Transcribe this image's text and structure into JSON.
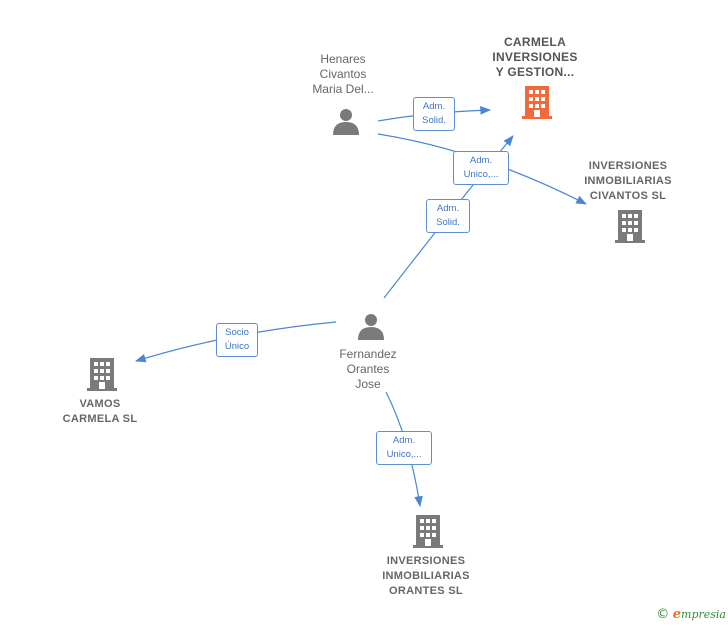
{
  "colors": {
    "edge": "#4a86d4",
    "person_icon": "#7a7a7a",
    "company_icon": "#7a7a7a",
    "company_highlight_icon": "#f26a3c",
    "label_text": "#666666"
  },
  "nodes": {
    "henares": {
      "type": "person",
      "icon": "person-icon",
      "label": "Henares\nCivantos\nMaria Del..."
    },
    "fernandez": {
      "type": "person",
      "icon": "person-icon",
      "label": "Fernandez\nOrantes\nJose"
    },
    "carmela_inversiones": {
      "type": "company",
      "icon": "building-icon",
      "highlight": true,
      "label": "CARMELA\nINVERSIONES\nY GESTION..."
    },
    "inversiones_civantos": {
      "type": "company",
      "icon": "building-icon",
      "label": "INVERSIONES\nINMOBILIARIAS\nCIVANTOS  SL"
    },
    "vamos_carmela": {
      "type": "company",
      "icon": "building-icon",
      "label": "VAMOS\nCARMELA SL"
    },
    "inversiones_orantes": {
      "type": "company",
      "icon": "building-icon",
      "label": "INVERSIONES\nINMOBILIARIAS\nORANTES  SL"
    }
  },
  "edges": [
    {
      "from": "henares",
      "to": "carmela_inversiones",
      "label": "Adm.\nSolid."
    },
    {
      "from": "henares",
      "to": "inversiones_civantos",
      "label": "Adm.\nUnico,..."
    },
    {
      "from": "fernandez",
      "to": "carmela_inversiones",
      "label": "Adm.\nSolid."
    },
    {
      "from": "fernandez",
      "to": "vamos_carmela",
      "label": "Socio\nÚnico"
    },
    {
      "from": "fernandez",
      "to": "inversiones_orantes",
      "label": "Adm.\nUnico,..."
    }
  ],
  "footer": {
    "copyright": "©",
    "brand_initial": "e",
    "brand_rest": "mpresia"
  }
}
